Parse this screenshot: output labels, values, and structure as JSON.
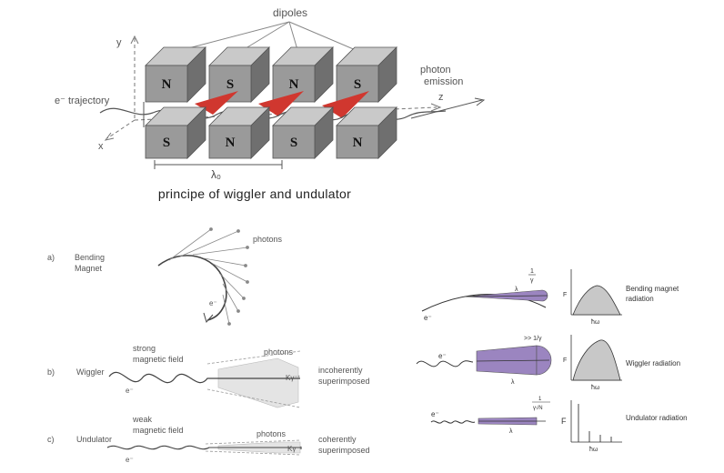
{
  "top": {
    "dipoles_label": "dipoles",
    "axis_y": "y",
    "axis_x": "x",
    "axis_z": "z",
    "trajectory_label": "e⁻ trajectory",
    "photon_label_1": "photon",
    "photon_label_2": "emission",
    "period_label": "λ₀",
    "top_row": [
      "N",
      "S",
      "N",
      "S"
    ],
    "bottom_row": [
      "S",
      "N",
      "S",
      "N"
    ],
    "caption": "principe of wiggler and undulator"
  },
  "left": {
    "a": {
      "tag": "a)",
      "name_1": "Bending",
      "name_2": "Magnet",
      "photons": "photons",
      "electron": "e⁻"
    },
    "b": {
      "tag": "b)",
      "name": "Wiggler",
      "field_1": "strong",
      "field_2": "magnetic field",
      "photons": "photons",
      "angle": "Kγ⁻¹",
      "result_1": "incoherently",
      "result_2": "superimposed",
      "electron": "e⁻"
    },
    "c": {
      "tag": "c)",
      "name": "Undulator",
      "field_1": "weak",
      "field_2": "magnetic field",
      "photons": "photons",
      "angle": "Kγ⁻¹",
      "result_1": "coherently",
      "result_2": "superimposed",
      "electron": "e⁻"
    }
  },
  "right": {
    "row1": {
      "electron": "e⁻",
      "lambda": "λ",
      "angle_num": "1",
      "angle_den": "γ",
      "F": "F",
      "x_label": "ħω",
      "title_1": "Bending magnet",
      "title_2": "radiation"
    },
    "row2": {
      "electron": "e⁻",
      "lambda": "λ",
      "angle": ">> 1/γ",
      "F": "F",
      "x_label": "ħω",
      "title": "Wiggler radiation"
    },
    "row3": {
      "electron": "e⁻",
      "lambda": "λ",
      "angle_num": "1",
      "angle_den": "γ√N",
      "F": "F",
      "x_label": "ħω",
      "title": "Undulator radiation"
    }
  },
  "colors": {
    "magnet_front": "#9a9a9a",
    "magnet_top": "#c9c9c9",
    "magnet_side": "#6f6f6f",
    "photon_red": "#d0372f",
    "cone_purple": "#9b85c0",
    "spectrum_fill": "#c8c8c8"
  }
}
